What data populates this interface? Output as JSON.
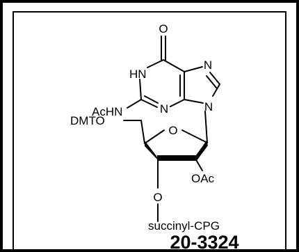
{
  "structure": {
    "atoms": {
      "carbonyl_o": "O",
      "n1": "HN",
      "n3": "N",
      "n7": "N",
      "n9": "N",
      "acetamido": "AcHN",
      "dmt_oxy": "DMTO",
      "ring_o": "O",
      "acetoxy": "OAc",
      "succinyl_o": "O",
      "support": "succinyl-CPG"
    }
  },
  "catalog_number": "20-3324",
  "colors": {
    "line": "#000000",
    "background": "#ffffff"
  }
}
